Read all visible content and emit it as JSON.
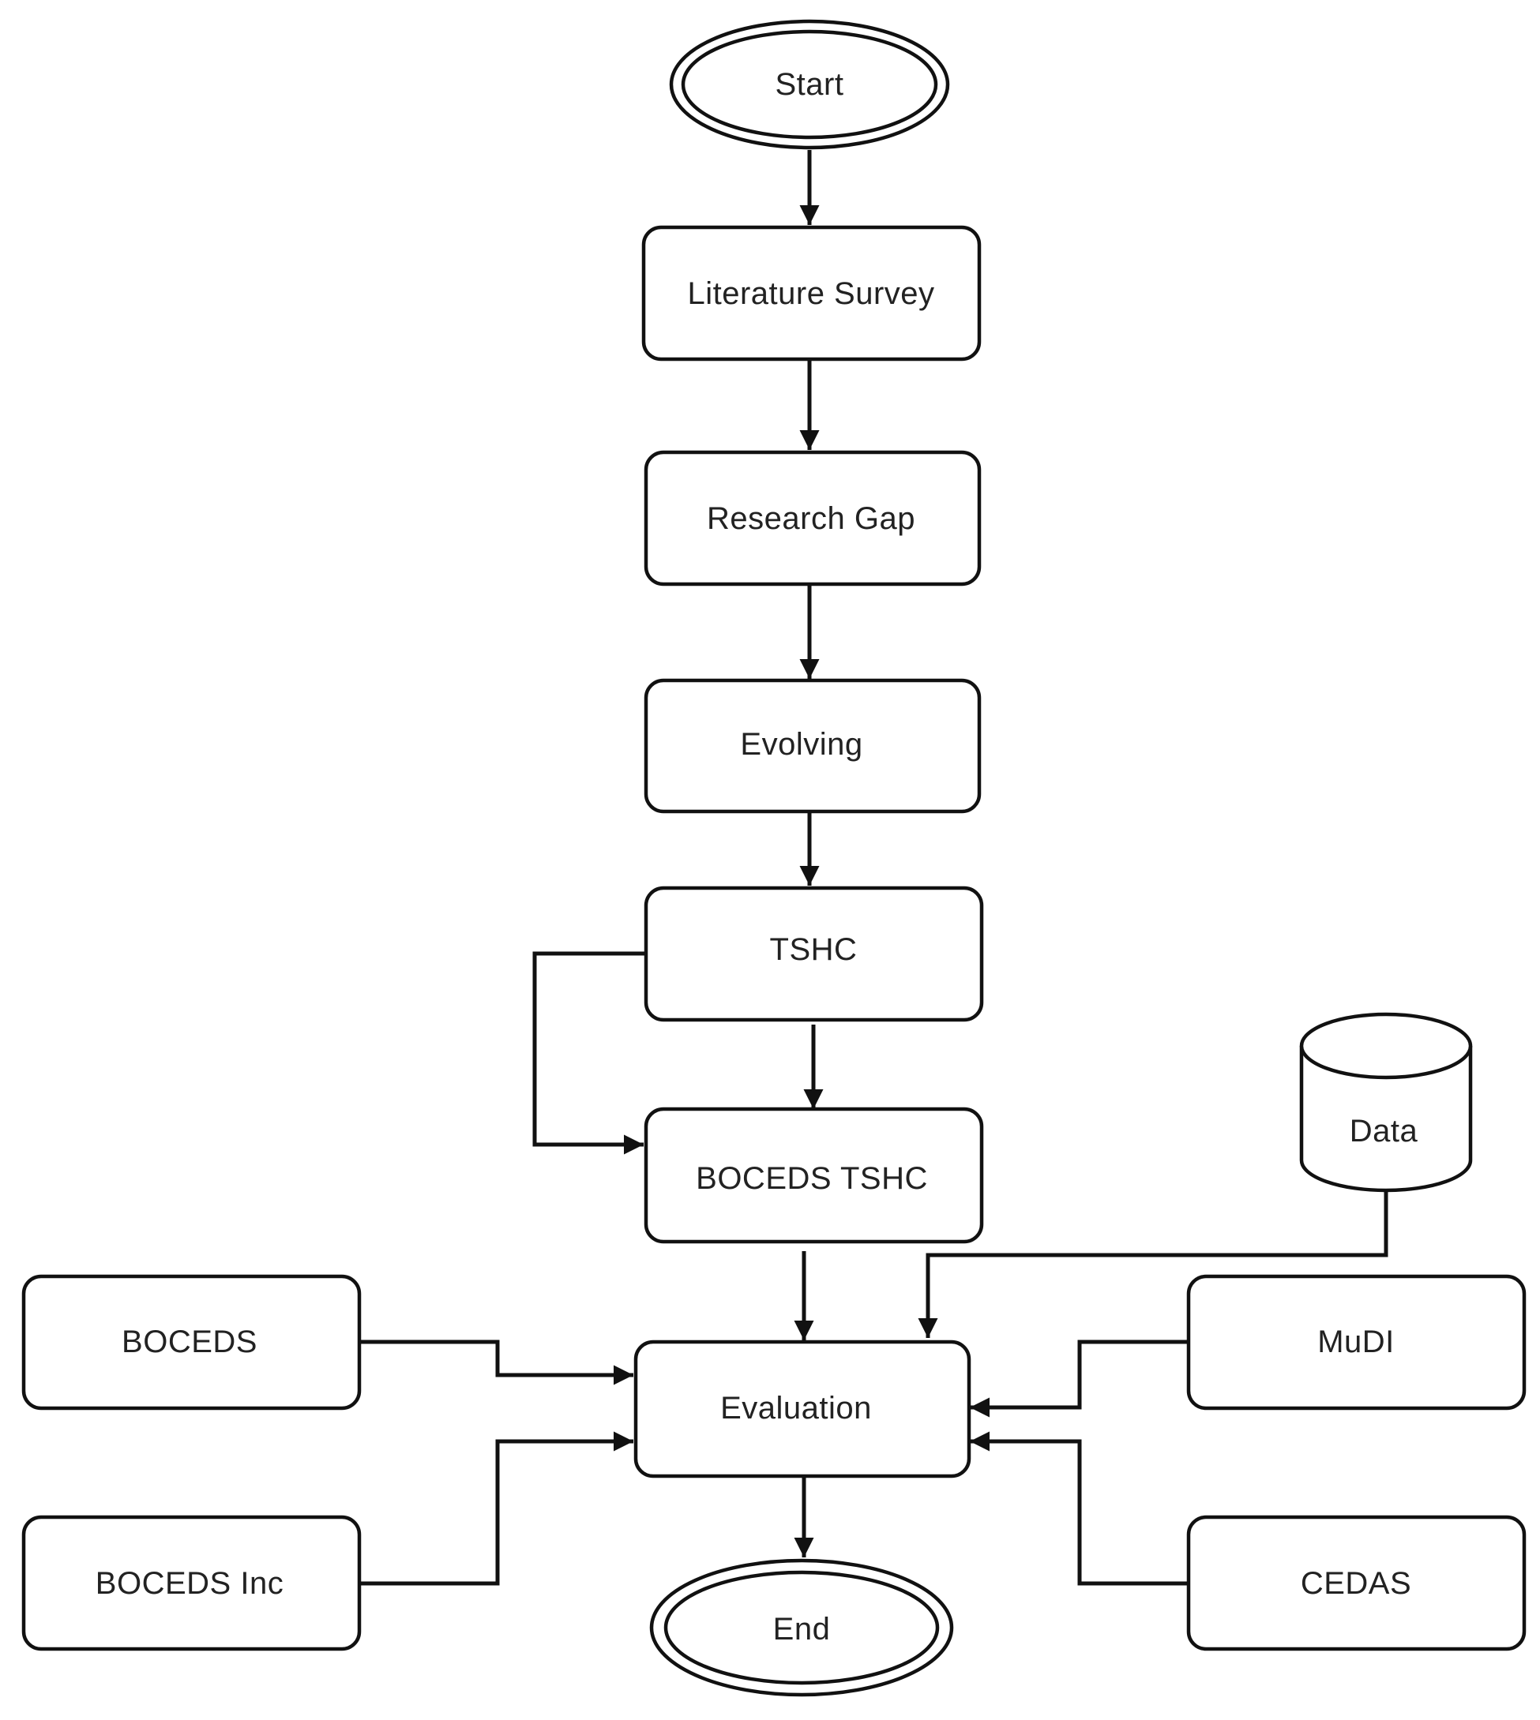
{
  "diagram": {
    "nodes": {
      "start": "Start",
      "literature_survey": "Literature Survey",
      "research_gap": "Research Gap",
      "evolving": "Evolving",
      "tshc": "TSHC",
      "boceds_tshc": "BOCEDS TSHC",
      "data": "Data",
      "boceds": "BOCEDS",
      "mudi": "MuDI",
      "evaluation": "Evaluation",
      "boceds_inc": "BOCEDS Inc",
      "cedas": "CEDAS",
      "end": "End"
    },
    "edges": [
      {
        "from": "start",
        "to": "literature_survey"
      },
      {
        "from": "literature_survey",
        "to": "research_gap"
      },
      {
        "from": "research_gap",
        "to": "evolving"
      },
      {
        "from": "evolving",
        "to": "tshc"
      },
      {
        "from": "tshc",
        "to": "boceds_tshc"
      },
      {
        "from": "tshc",
        "to": "boceds_tshc"
      },
      {
        "from": "boceds_tshc",
        "to": "evaluation"
      },
      {
        "from": "data",
        "to": "evaluation"
      },
      {
        "from": "boceds",
        "to": "evaluation"
      },
      {
        "from": "boceds_inc",
        "to": "evaluation"
      },
      {
        "from": "mudi",
        "to": "evaluation"
      },
      {
        "from": "cedas",
        "to": "evaluation"
      },
      {
        "from": "evaluation",
        "to": "end"
      }
    ]
  }
}
